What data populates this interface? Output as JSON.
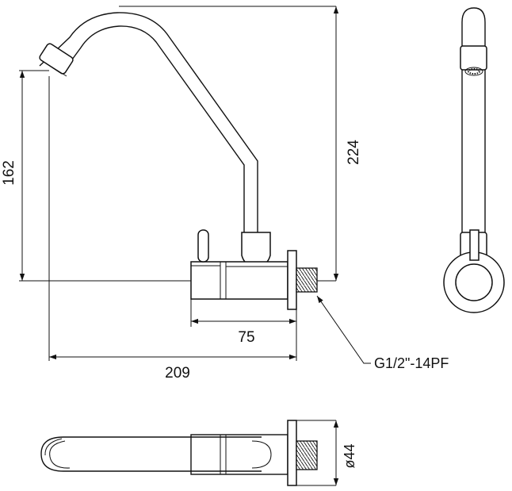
{
  "dimensions": {
    "height_top": "224",
    "height_spout": "162",
    "body_length": "75",
    "overall_length": "209",
    "thread": "G1/2\"-14PF",
    "flange_diameter": "ø44"
  }
}
